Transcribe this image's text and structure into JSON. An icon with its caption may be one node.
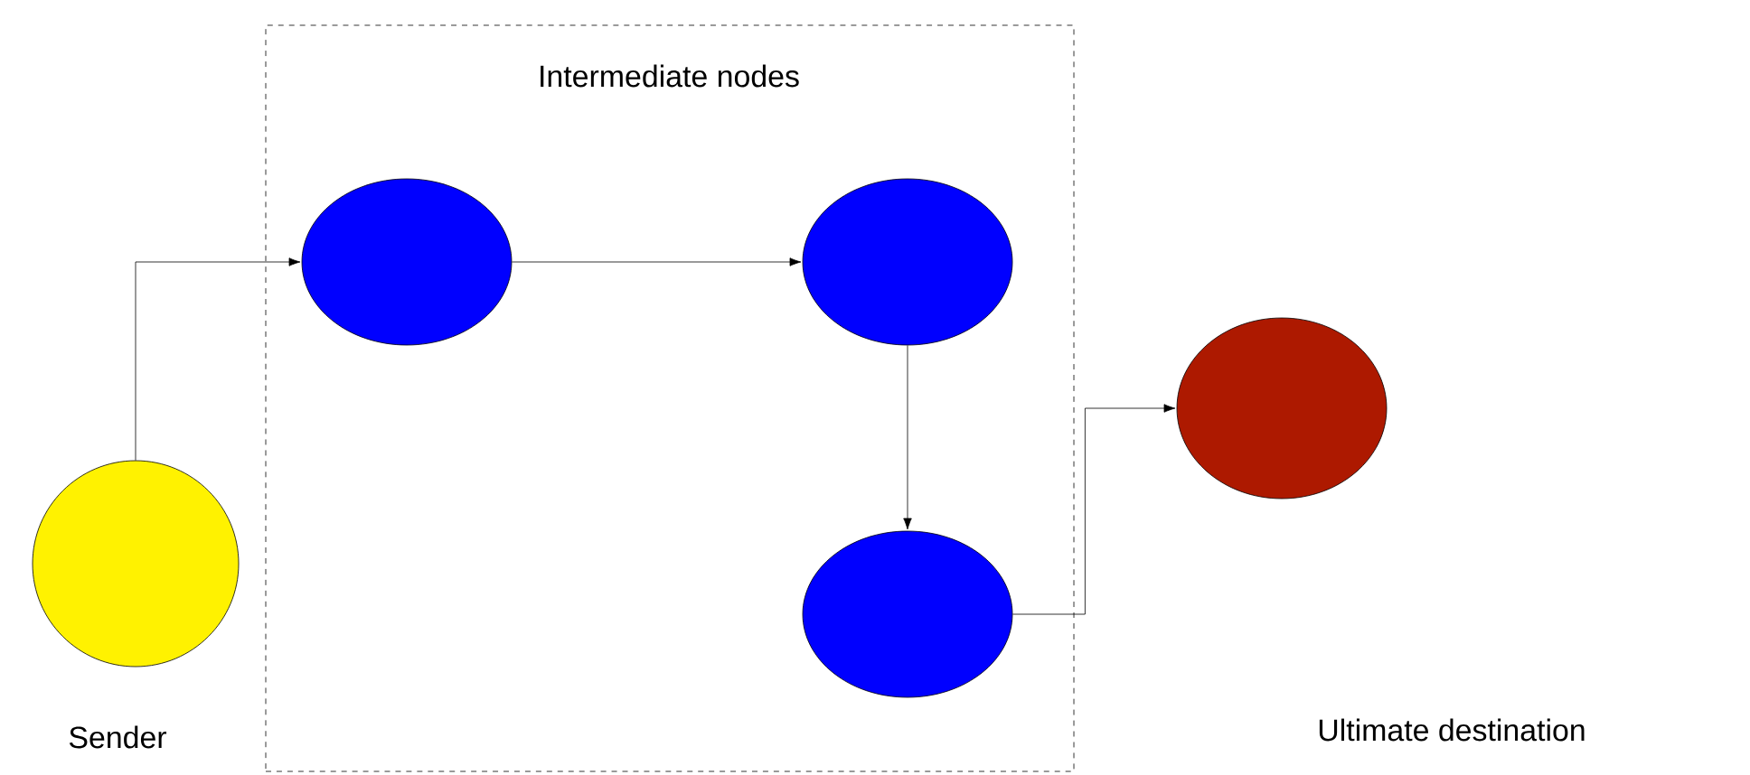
{
  "diagram": {
    "nodes": [
      {
        "text": [
          "Intermediate nodes"
        ]
      },
      {
        "text": [
          "Sender"
        ]
      },
      {
        "text": [],
        "shape": "circle",
        "in": 0
      },
      {
        "text": [],
        "shape": "circle",
        "in": 0
      },
      {
        "text": [],
        "shape": "circle",
        "in": 0
      },
      {
        "text": [],
        "shape": "circle"
      }
    ],
    "labels": [
      "Ultimate destination"
    ],
    "edges": [
      {
        "from": 1,
        "to": 2,
        "arrow": "to"
      },
      {
        "from": 2,
        "to": 3,
        "arrow": "to"
      },
      {
        "from": 3,
        "to": 4,
        "arrow": "to"
      },
      {
        "from": 4,
        "to": 5,
        "arrow": "to"
      }
    ]
  }
}
